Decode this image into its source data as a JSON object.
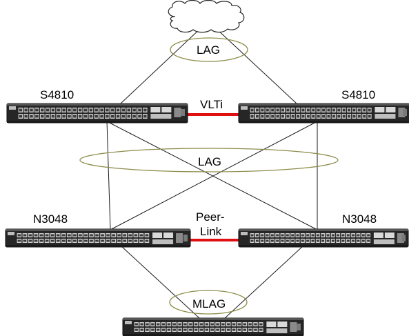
{
  "diagram": {
    "labels": {
      "lag_top": "LAG",
      "lag_mid": "LAG",
      "mlag": "MLAG",
      "vlti": "VLTi",
      "peer_link_line1": "Peer-",
      "peer_link_line2": "Link"
    },
    "nodes": {
      "cloud": {
        "kind": "cloud"
      },
      "s4810_left": {
        "label": "S4810",
        "kind": "switch-s4810"
      },
      "s4810_right": {
        "label": "S4810",
        "kind": "switch-s4810"
      },
      "n3048_left": {
        "label": "N3048",
        "kind": "switch-n3048"
      },
      "n3048_right": {
        "label": "N3048",
        "kind": "switch-n3048"
      },
      "access": {
        "label": "",
        "kind": "switch-n3048"
      }
    },
    "colors": {
      "peer_link": "#e01010",
      "lag_ring": "#8c8c4a",
      "link": "#1a1a1a"
    }
  }
}
